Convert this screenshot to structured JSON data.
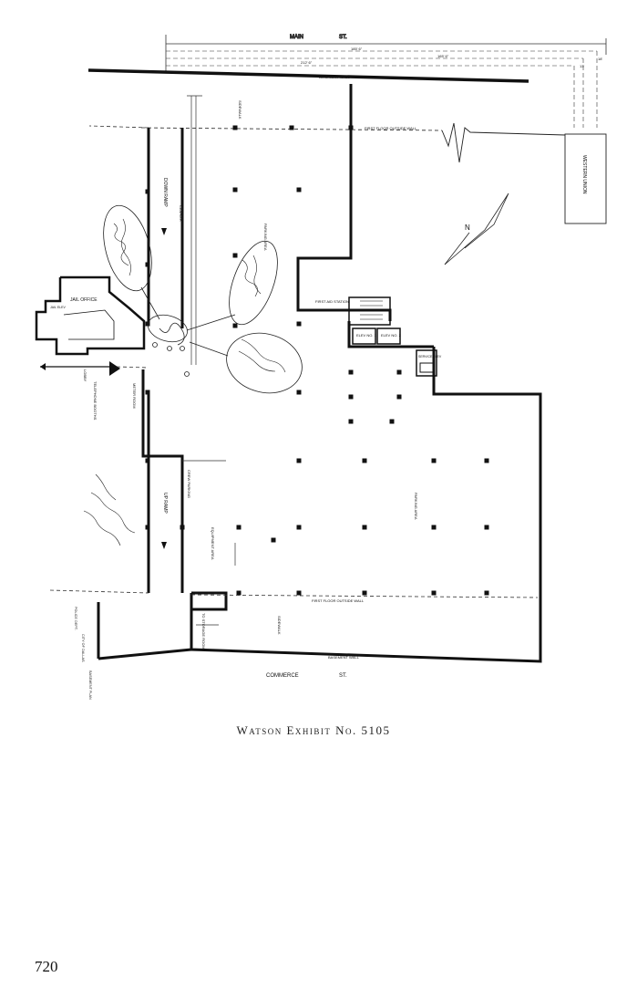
{
  "streets": {
    "north": [
      "MAIN",
      "ST."
    ],
    "south": [
      "COMMERCE",
      "ST."
    ]
  },
  "dimensions": {
    "outer": "185' 6\"",
    "middle": "165' 6\"",
    "inner": "212' 6\"",
    "right_a": "18'",
    "right_b": "13'"
  },
  "labels": {
    "basement_wall_north": "BASEMENT WALL",
    "basement_wall_south": "BASEMENT WALL",
    "first_floor_outside_wall_north": "FIRST FLOOR OUTSIDE WALL",
    "first_floor_outside_wall_south": "FIRST FLOOR OUTSIDE WALL",
    "sidewalk_north": "SIDEWALK",
    "sidewalk_south": "SIDEWALK",
    "western_union": "WESTERN UNION",
    "down_ramp": "DOWN RAMP",
    "up_ramp": "UP RAMP",
    "parking_area_north": "PARKING AREA",
    "parking_area_south": "PARKING AREA",
    "first_aid_station": "FIRST AID STATION",
    "elevator_1": "ELEV NO. 1",
    "elevator_2": "ELEV NO. 2",
    "service_elevator": "SERVICE ELEV",
    "jail_office": "JAIL OFFICE",
    "jail_elevator": "JAIL ELEV",
    "lobby": "LOBBY",
    "telephone_booths": "TELEPHONE BOOTHS",
    "meter_room": "METER ROOM",
    "cashier": "CASHIER",
    "crew_parking": "CREW PARKING",
    "equipment_area": "EQUIPMENT AREA",
    "to_storage_room": "TO STORAGE ROOM",
    "stamp_top": "POLICE DEPT.",
    "stamp_mid": "CITY OF DALLAS",
    "stamp_bottom": "BASEMENT PLAN"
  },
  "caption": "Watson Exhibit No. 5105",
  "page_number": "720"
}
